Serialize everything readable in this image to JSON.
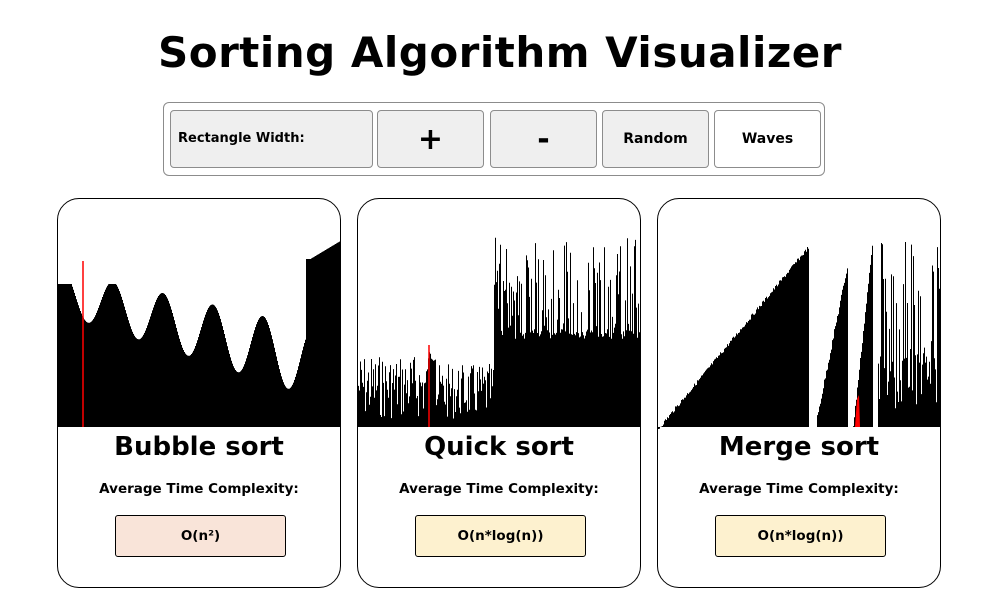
{
  "title": "Sorting Algorithm Visualizer",
  "toolbar": {
    "width_label": "Rectangle Width:",
    "plus_label": "+",
    "minus_label": "-",
    "random_label": "Random",
    "waves_label": "Waves"
  },
  "cards": [
    {
      "name": "Bubble sort",
      "complexity_label": "Average Time Complexity:",
      "complexity": "O(n²)",
      "complexity_bg": "#f9e4d9",
      "pattern": "waves"
    },
    {
      "name": "Quick sort",
      "complexity_label": "Average Time Complexity:",
      "complexity": "O(n*log(n))",
      "complexity_bg": "#fdf1cf",
      "pattern": "partitioned-noise"
    },
    {
      "name": "Merge sort",
      "complexity_label": "Average Time Complexity:",
      "complexity": "O(n*log(n))",
      "complexity_bg": "#fdf1cf",
      "pattern": "merged-ramps"
    }
  ],
  "colors": {
    "bar": "#000000",
    "highlight": "#ff0000",
    "button_bg": "#efefef"
  }
}
